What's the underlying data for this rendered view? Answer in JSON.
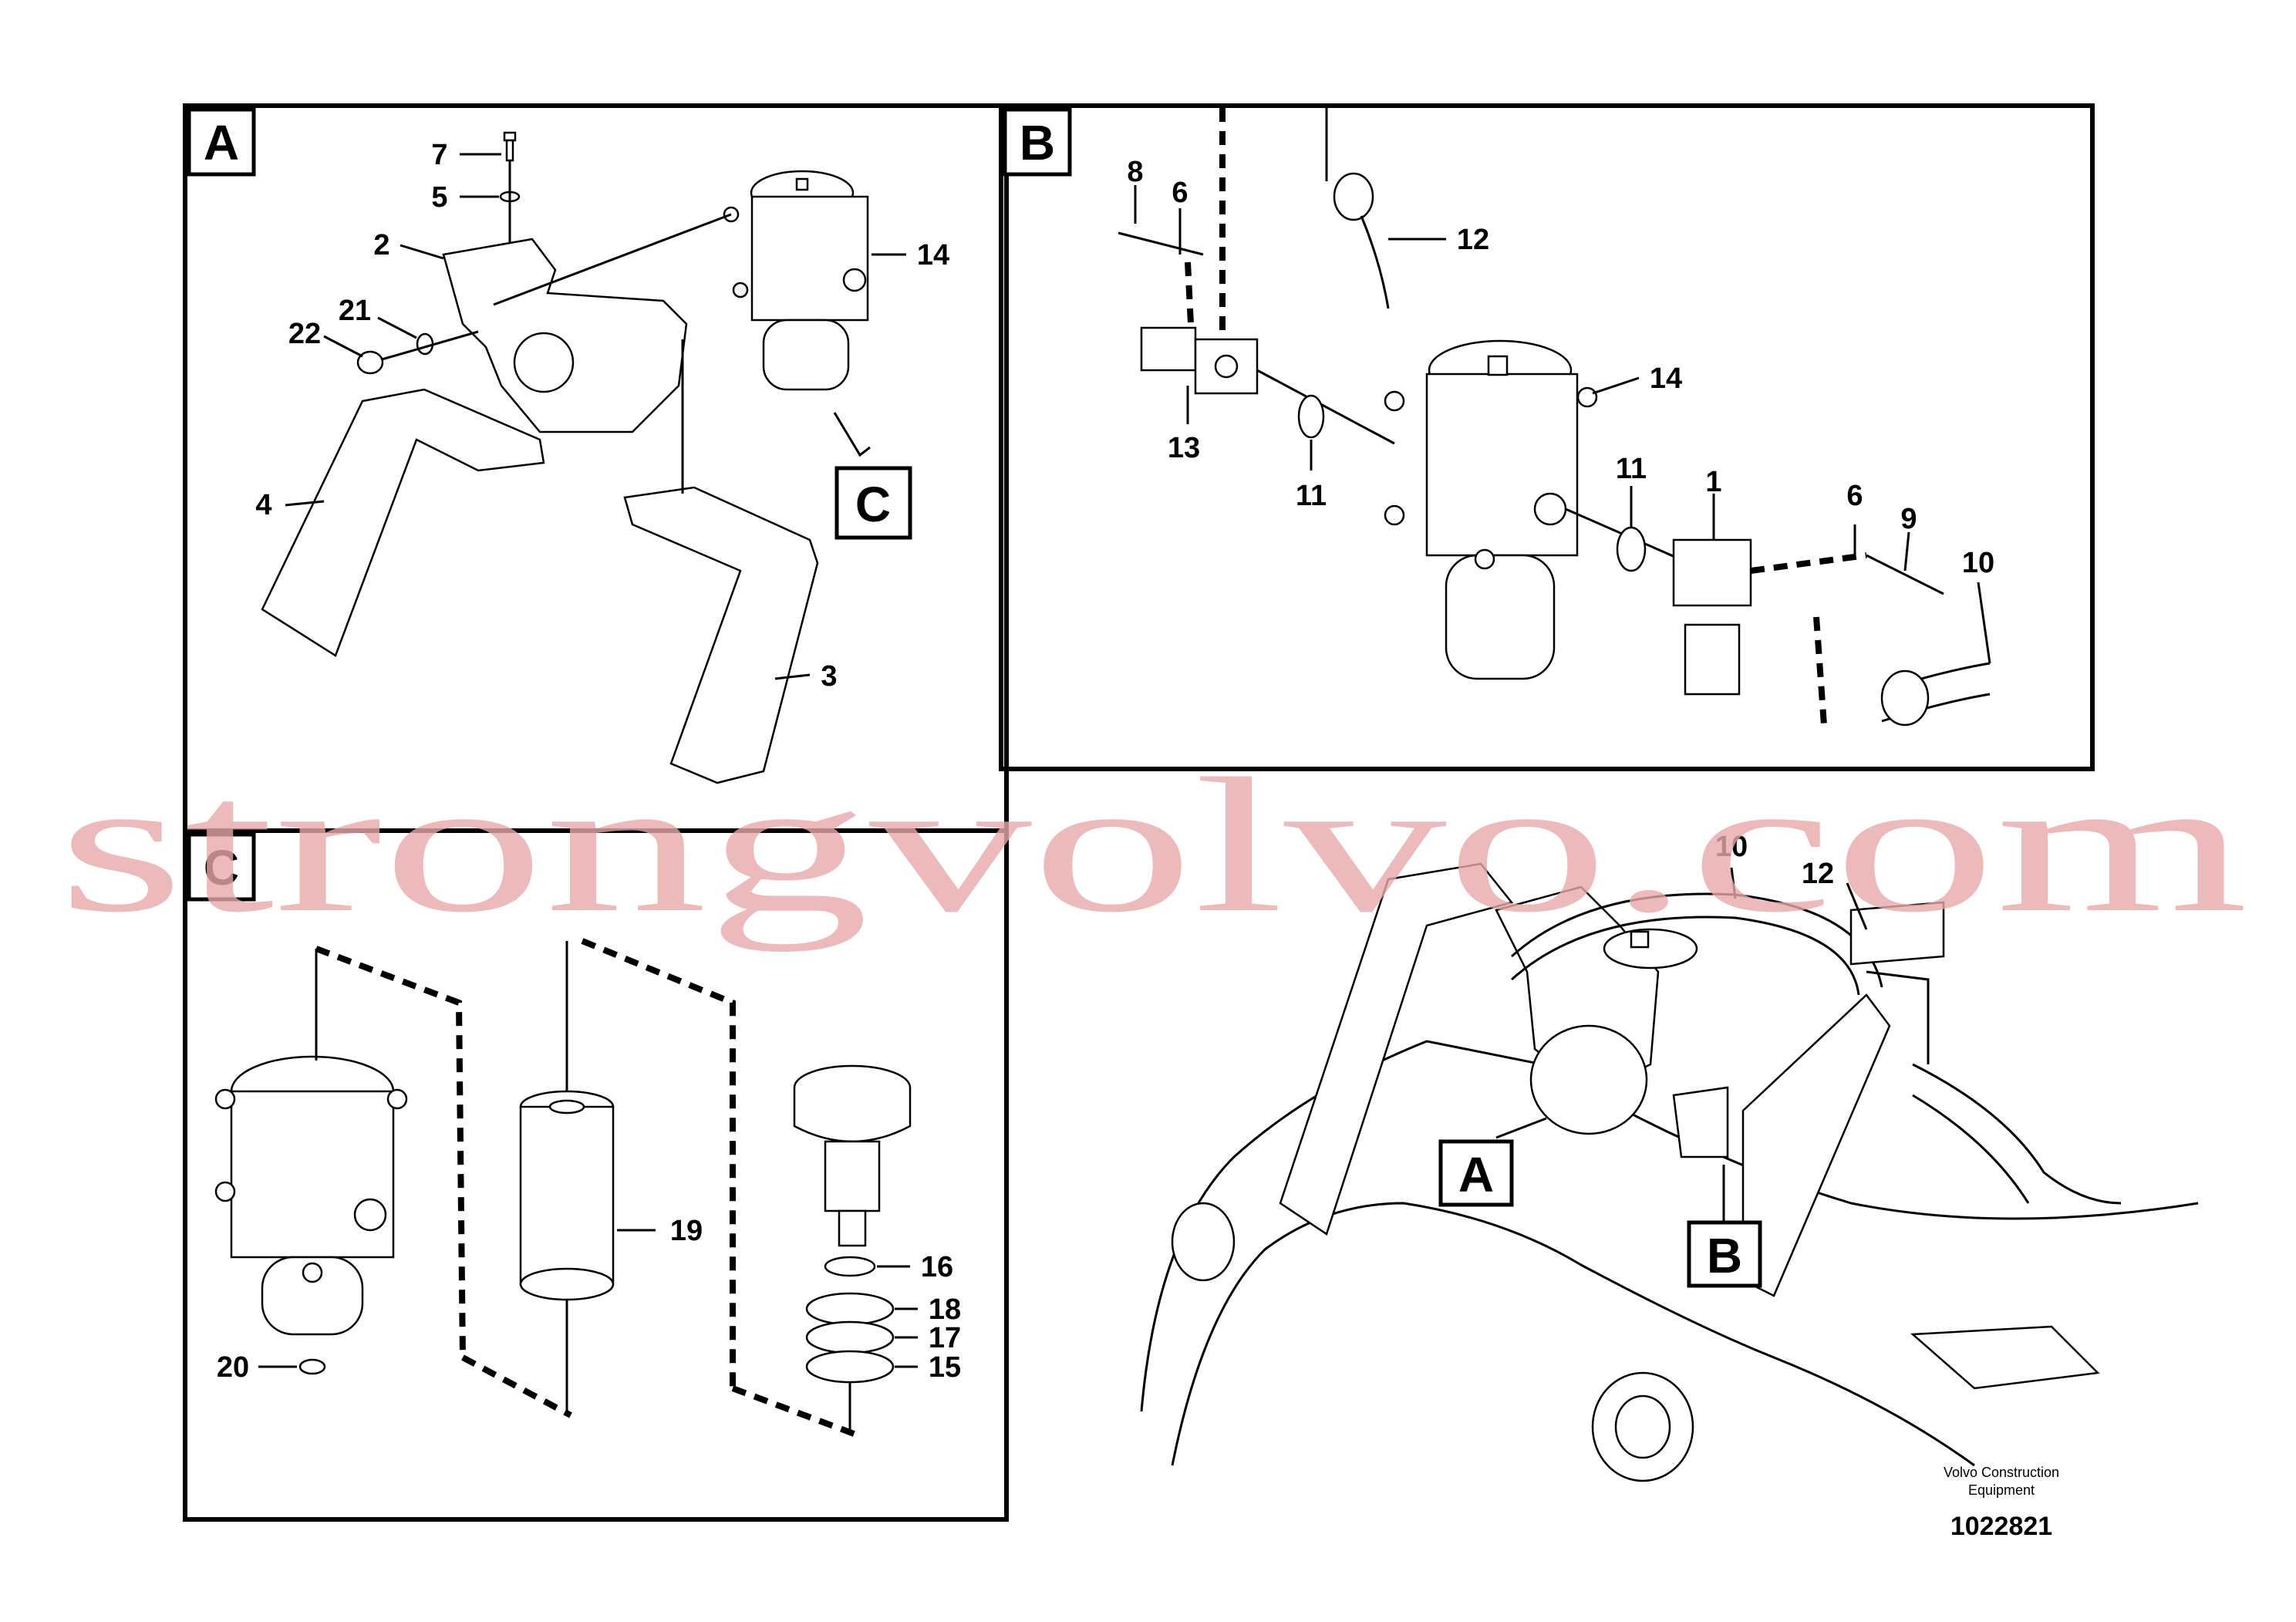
{
  "panels": {
    "a": {
      "label": "A"
    },
    "b": {
      "label": "B"
    },
    "c": {
      "label": "C"
    }
  },
  "callouts": {
    "a": [
      "7",
      "5",
      "2",
      "21",
      "22",
      "14",
      "4",
      "3"
    ],
    "b": [
      "8",
      "6",
      "12",
      "14",
      "13",
      "11",
      "11",
      "1",
      "6",
      "9",
      "10"
    ],
    "c": [
      "19",
      "16",
      "18",
      "17",
      "15",
      "20"
    ],
    "overview": [
      "10",
      "12"
    ]
  },
  "view_refs": {
    "a_to_c": "C",
    "overview_a": "A",
    "overview_b": "B"
  },
  "footer": {
    "company_line1": "Volvo Construction",
    "company_line2": "Equipment",
    "drawing_number": "1022821"
  },
  "watermark": "strongvolvo.com"
}
